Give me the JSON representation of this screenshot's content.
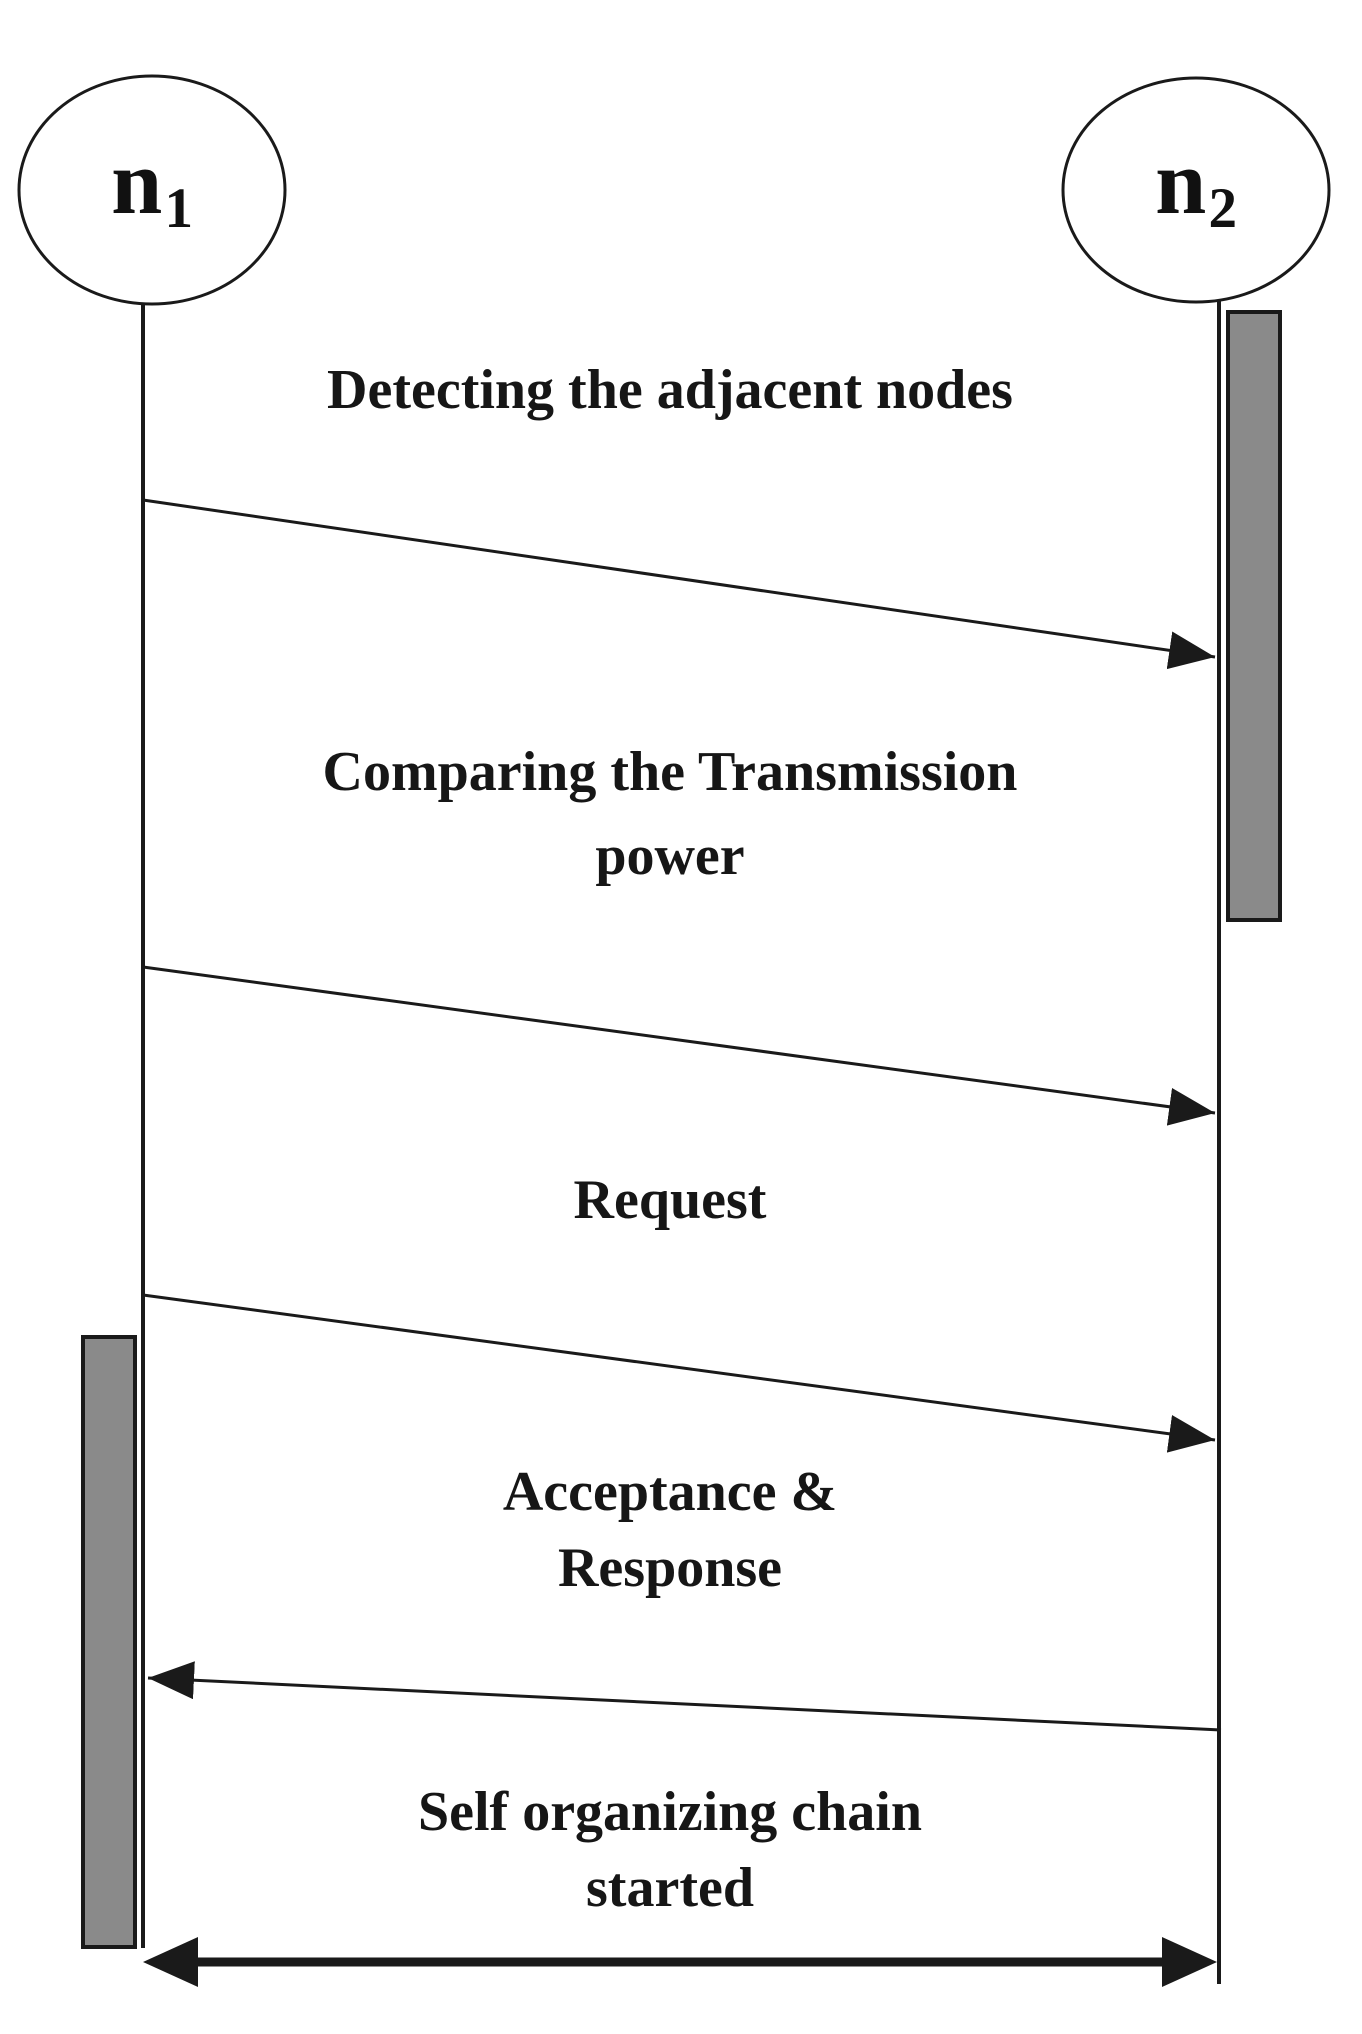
{
  "diagram": {
    "type": "sequence-diagram",
    "background": "#ffffff",
    "ink": "#1a1a1a",
    "activation_fill": "#8a8a8a",
    "nodes": [
      {
        "base": "n",
        "sub": "1"
      },
      {
        "base": "n",
        "sub": "2"
      }
    ],
    "messages": [
      {
        "from": "n1",
        "to": "n2",
        "arrow": "right",
        "lines": [
          "Detecting the adjacent nodes"
        ]
      },
      {
        "from": "n1",
        "to": "n2",
        "arrow": "right",
        "lines": [
          "Comparing the Transmission",
          "power"
        ]
      },
      {
        "from": "n1",
        "to": "n2",
        "arrow": "right",
        "lines": [
          "Request"
        ]
      },
      {
        "from": "n2",
        "to": "n1",
        "arrow": "left",
        "lines": [
          "Acceptance &",
          "Response"
        ]
      },
      {
        "from": "n1",
        "to": "n2",
        "arrow": "both",
        "lines": [
          "Self organizing chain",
          "started"
        ]
      }
    ]
  }
}
